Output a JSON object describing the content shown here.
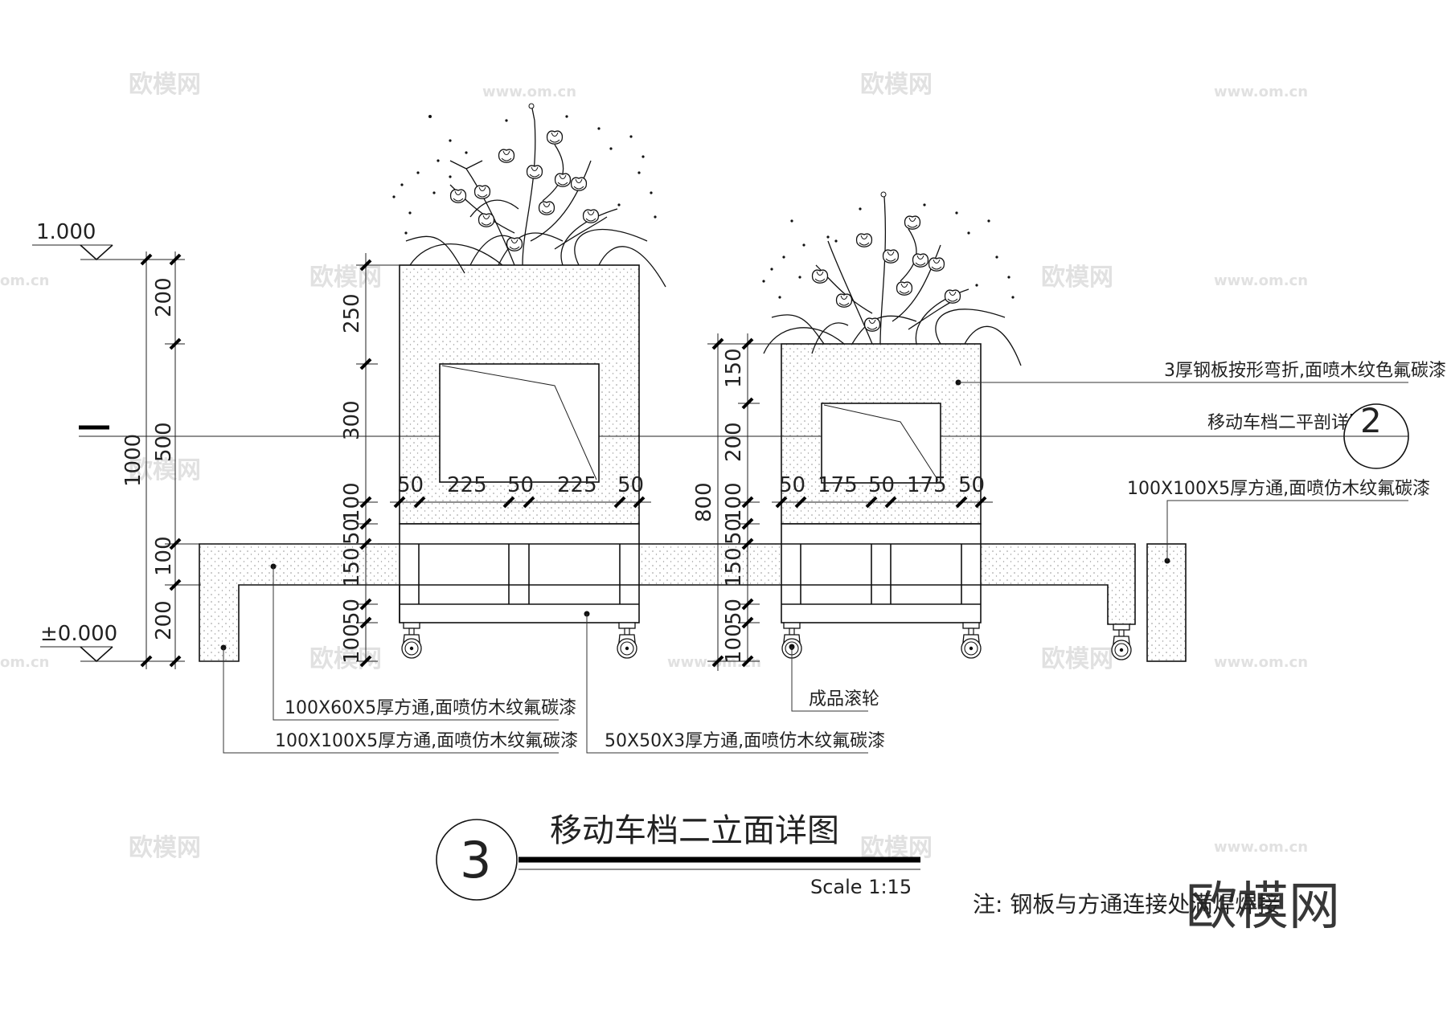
{
  "levels": {
    "top": "1.000",
    "ground": "±0.000"
  },
  "dimensions": {
    "left_chain": [
      "200",
      "500",
      "100",
      "200"
    ],
    "left_total": "1000",
    "planter1_vertical": [
      "250",
      "300",
      "100",
      "50",
      "150",
      "50",
      "100"
    ],
    "planter1_horizontal": [
      "50",
      "225",
      "50",
      "225",
      "50"
    ],
    "planter2_vertical": [
      "150",
      "200",
      "100",
      "50",
      "150",
      "50",
      "100"
    ],
    "planter2_total": "800",
    "planter2_horizontal": [
      "50",
      "175",
      "50",
      "175",
      "50"
    ]
  },
  "notes": {
    "steel_plate": "3厚钢板按形弯折,面喷木纹色氟碳漆",
    "section_ref": "移动车档二平剖详图",
    "post_right": "100X100X5厚方通,面喷仿木纹氟碳漆",
    "tube_100x60": "100X60X5厚方通,面喷仿木纹氟碳漆",
    "tube_100x100": "100X100X5厚方通,面喷仿木纹氟碳漆",
    "tube_50x50": "50X50X3厚方通,面喷仿木纹氟碳漆",
    "caster": "成品滚轮"
  },
  "section_marker": {
    "number": "2"
  },
  "title_block": {
    "number": "3",
    "title": "移动车档二立面详图",
    "scale": "Scale 1:15"
  },
  "footnote": "注: 钢板与方通连接处满焊焊接",
  "watermarks": {
    "brand": "欧模网",
    "url": "www.om.cn",
    "url_short": "om.cn"
  }
}
